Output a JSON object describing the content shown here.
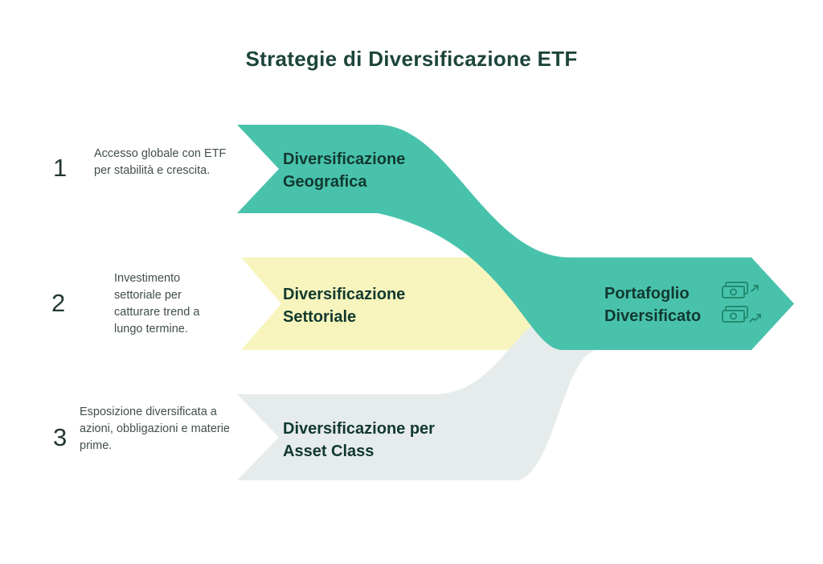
{
  "title": "Strategie di Diversificazione ETF",
  "steps": [
    {
      "number": "1",
      "description": "Accesso globale con ETF per stabilità e crescita.",
      "label": "Diversificazione Geografica",
      "color": "#49c2ac"
    },
    {
      "number": "2",
      "description": "Investimento settoriale per catturare trend a lungo termine.",
      "label": "Diversificazione Settoriale",
      "color": "#f7f5bd"
    },
    {
      "number": "3",
      "description": "Esposizione diversificata a azioni, obbligazioni e materie prime.",
      "label": "Diversificazione per Asset Class",
      "color": "#e6ebeb"
    }
  ],
  "result": {
    "label": "Portafoglio Diversificato",
    "icons": [
      "money-bills-icon",
      "money-growth-icon"
    ]
  },
  "colors": {
    "accent_teal": "#49c2ac",
    "pale_yellow": "#f7f5bd",
    "light_gray": "#e6ebeb",
    "dark_green_text": "#11392f",
    "body_text": "#414f4a",
    "icon_stroke": "#1e8468",
    "background": "#ffffff"
  }
}
